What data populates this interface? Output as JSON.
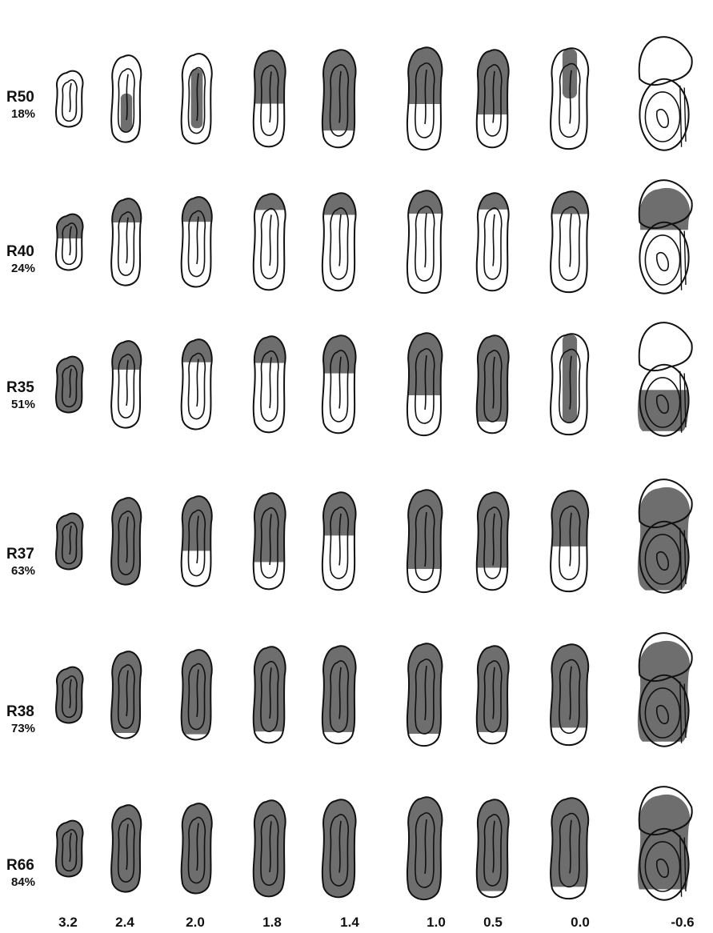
{
  "figure": {
    "colors": {
      "lesion": "#6e6e6e",
      "outline": "#111111",
      "background": "#ffffff"
    },
    "columns": [
      "3.2",
      "2.4",
      "2.0",
      "1.8",
      "1.4",
      "1.0",
      "0.5",
      "0.0",
      "-0.6"
    ],
    "rows": [
      {
        "id": "R50",
        "percent": "18%",
        "lesion": [
          null,
          {
            "from": 0.45,
            "to": 0.85,
            "narrow": 1
          },
          {
            "from": 0.2,
            "to": 0.8,
            "narrow": 1
          },
          {
            "from": 0,
            "to": 0.55,
            "narrow": 0
          },
          {
            "from": 0,
            "to": 0.8,
            "narrow": 0
          },
          {
            "from": 0,
            "to": 0.55,
            "narrow": 0
          },
          {
            "from": 0,
            "to": 0.65,
            "narrow": 0
          },
          {
            "from": 0.05,
            "to": 0.5,
            "narrow": 1
          },
          null
        ]
      },
      {
        "id": "R40",
        "percent": "24%",
        "lesion": [
          {
            "from": 0,
            "to": 0.45,
            "narrow": 0
          },
          {
            "from": 0,
            "to": 0.3,
            "narrow": 0
          },
          {
            "from": 0,
            "to": 0.3,
            "narrow": 0
          },
          {
            "from": 0,
            "to": 0.2,
            "narrow": 0
          },
          {
            "from": 0,
            "to": 0.25,
            "narrow": 0
          },
          {
            "from": 0,
            "to": 0.25,
            "narrow": 0
          },
          {
            "from": 0,
            "to": 0.2,
            "narrow": 0
          },
          {
            "from": 0,
            "to": 0.25,
            "narrow": 0
          },
          {
            "from": 0,
            "to": 0.4,
            "narrow": 0
          }
        ]
      },
      {
        "id": "R35",
        "percent": "51%",
        "lesion": [
          {
            "from": 0,
            "to": 1,
            "narrow": 0
          },
          {
            "from": 0,
            "to": 0.35,
            "narrow": 0
          },
          {
            "from": 0,
            "to": 0.28,
            "narrow": 0
          },
          {
            "from": 0,
            "to": 0.3,
            "narrow": 0
          },
          {
            "from": 0,
            "to": 0.4,
            "narrow": 0
          },
          {
            "from": 0.05,
            "to": 0.6,
            "narrow": 0
          },
          {
            "from": 0,
            "to": 0.85,
            "narrow": 0
          },
          {
            "from": 0.05,
            "to": 0.85,
            "narrow": 1
          },
          {
            "from": 0.55,
            "to": 0.9,
            "narrow": 0
          }
        ]
      },
      {
        "id": "R37",
        "percent": "63%",
        "lesion": [
          {
            "from": 0,
            "to": 1,
            "narrow": 0
          },
          {
            "from": 0,
            "to": 0.95,
            "narrow": 0
          },
          {
            "from": 0,
            "to": 0.6,
            "narrow": 0
          },
          {
            "from": 0,
            "to": 0.7,
            "narrow": 0
          },
          {
            "from": 0,
            "to": 0.45,
            "narrow": 0
          },
          {
            "from": 0,
            "to": 0.75,
            "narrow": 0
          },
          {
            "from": 0,
            "to": 0.75,
            "narrow": 0
          },
          {
            "from": 0,
            "to": 0.55,
            "narrow": 0
          },
          {
            "from": 0,
            "to": 0.92,
            "narrow": 0
          }
        ]
      },
      {
        "id": "R38",
        "percent": "73%",
        "lesion": [
          {
            "from": 0,
            "to": 1,
            "narrow": 0
          },
          {
            "from": 0,
            "to": 0.9,
            "narrow": 0
          },
          {
            "from": 0,
            "to": 0.9,
            "narrow": 0
          },
          {
            "from": 0,
            "to": 0.85,
            "narrow": 0
          },
          {
            "from": 0,
            "to": 0.85,
            "narrow": 0
          },
          {
            "from": 0,
            "to": 0.85,
            "narrow": 0
          },
          {
            "from": 0,
            "to": 0.85,
            "narrow": 0
          },
          {
            "from": 0,
            "to": 0.8,
            "narrow": 0
          },
          {
            "from": 0,
            "to": 0.9,
            "narrow": 0
          }
        ]
      },
      {
        "id": "R66",
        "percent": "84%",
        "lesion": [
          {
            "from": 0,
            "to": 1,
            "narrow": 0
          },
          {
            "from": 0,
            "to": 1,
            "narrow": 0
          },
          {
            "from": 0,
            "to": 1,
            "narrow": 0
          },
          {
            "from": 0,
            "to": 0.95,
            "narrow": 0
          },
          {
            "from": 0,
            "to": 0.95,
            "narrow": 0
          },
          {
            "from": 0,
            "to": 0.95,
            "narrow": 0
          },
          {
            "from": 0,
            "to": 0.9,
            "narrow": 0
          },
          {
            "from": 0,
            "to": 0.85,
            "narrow": 0
          },
          {
            "from": 0,
            "to": 0.85,
            "narrow": 0
          }
        ]
      }
    ]
  }
}
